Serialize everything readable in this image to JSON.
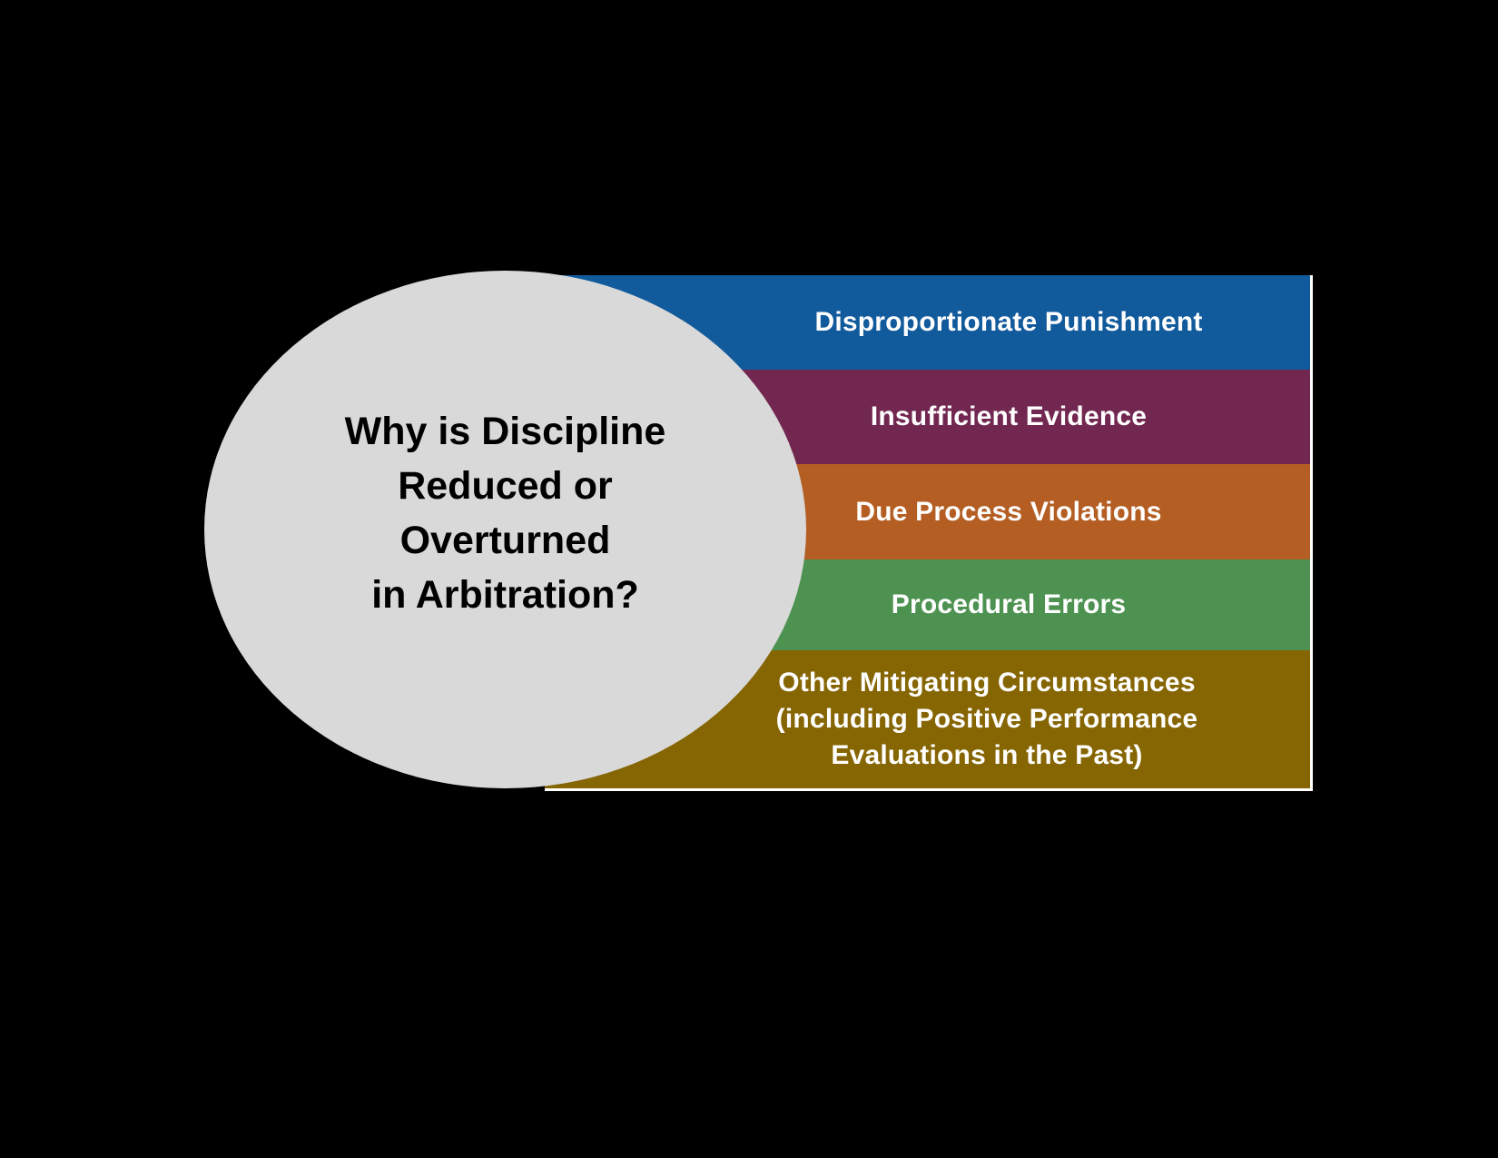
{
  "background_color": "#000000",
  "circle": {
    "title": "Why is Discipline\nReduced or\nOverturned\nin Arbitration?",
    "fill_color": "#D9D9D9",
    "text_color": "#000000"
  },
  "bars": [
    {
      "label": "Disproportionate Punishment",
      "color": "#115A9C"
    },
    {
      "label": "Insufficient Evidence",
      "color": "#722750"
    },
    {
      "label": "Due Process Violations",
      "color": "#B45E24"
    },
    {
      "label": "Procedural Errors",
      "color": "#4E9251"
    },
    {
      "label": "Other Mitigating Circumstances\n(including Positive Performance\nEvaluations in the Past)",
      "color": "#866503"
    }
  ],
  "border_color": "#FFFFFF"
}
